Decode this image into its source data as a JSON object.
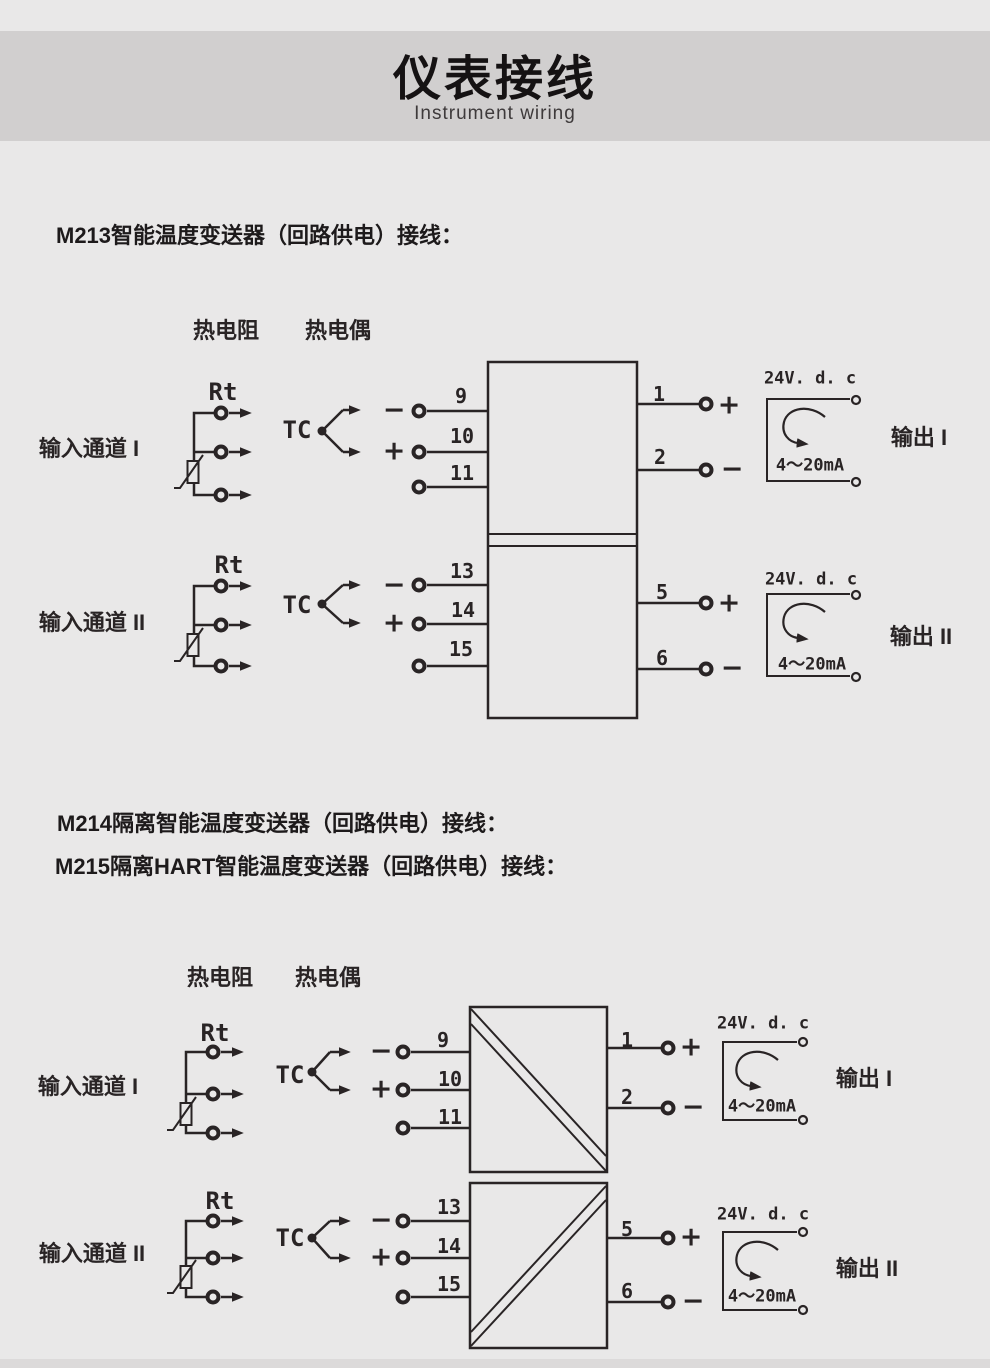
{
  "colors": {
    "bg": "#e9e8e8",
    "band": "#d1cfcf",
    "ink": "#292425"
  },
  "header": {
    "title": "仪表接线",
    "subtitle": "Instrument wiring"
  },
  "captions": {
    "m213": "M213智能温度变送器（回路供电）接线：",
    "m214": "M214隔离智能温度变送器（回路供电）接线：",
    "m215": "M215隔离HART智能温度变送器（回路供电）接线："
  },
  "diagrams": [
    {
      "sensor_headers": {
        "rtd": "热电阻",
        "tc": "热电偶"
      },
      "channels": [
        {
          "label": "输入通道 I",
          "rt": "Rt",
          "tc": "TC",
          "minus": "−",
          "plus": "+",
          "terminals": [
            "9",
            "10",
            "11"
          ]
        },
        {
          "label": "输入通道 II",
          "rt": "Rt",
          "tc": "TC",
          "minus": "−",
          "plus": "+",
          "terminals": [
            "13",
            "14",
            "15"
          ]
        }
      ],
      "outputs": [
        {
          "terminals": [
            "1",
            "2"
          ],
          "plus": "+",
          "minus": "−",
          "supply": "24V. d. c",
          "current": "4～20mA",
          "label": "输出 I"
        },
        {
          "terminals": [
            "5",
            "6"
          ],
          "plus": "+",
          "minus": "−",
          "supply": "24V. d. c",
          "current": "4～20mA",
          "label": "输出 II"
        }
      ]
    },
    {
      "sensor_headers": {
        "rtd": "热电阻",
        "tc": "热电偶"
      },
      "channels": [
        {
          "label": "输入通道 I",
          "rt": "Rt",
          "tc": "TC",
          "minus": "−",
          "plus": "+",
          "terminals": [
            "9",
            "10",
            "11"
          ]
        },
        {
          "label": "输入通道 II",
          "rt": "Rt",
          "tc": "TC",
          "minus": "−",
          "plus": "+",
          "terminals": [
            "13",
            "14",
            "15"
          ]
        }
      ],
      "outputs": [
        {
          "terminals": [
            "1",
            "2"
          ],
          "plus": "+",
          "minus": "−",
          "supply": "24V. d. c",
          "current": "4～20mA",
          "label": "输出 I"
        },
        {
          "terminals": [
            "5",
            "6"
          ],
          "plus": "+",
          "minus": "−",
          "supply": "24V. d. c",
          "current": "4～20mA",
          "label": "输出 II"
        }
      ]
    }
  ]
}
